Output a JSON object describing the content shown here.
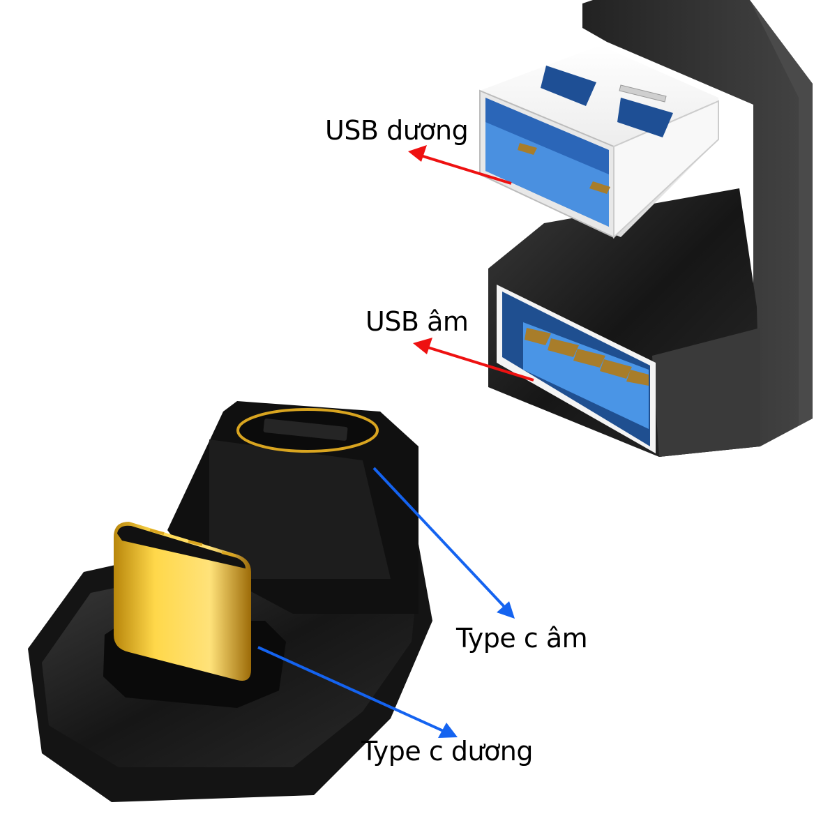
{
  "image": {
    "description": "Two U-shaped 180-degree adapters: USB-A male to USB-A female (top right) and USB-C male to USB-C female (bottom left), with annotation labels",
    "background": "#ffffff"
  },
  "annotations": {
    "usb_male": {
      "label": "USB dương",
      "arrow_color": "#ee1111"
    },
    "usb_female": {
      "label": "USB âm",
      "arrow_color": "#ee1111"
    },
    "typec_female": {
      "label": "Type c âm",
      "arrow_color": "#1463f0"
    },
    "typec_male": {
      "label": "Type c dương",
      "arrow_color": "#1463f0"
    }
  },
  "colors": {
    "body_black": "#1a1a1a",
    "usb_blue": "#3b86d8",
    "chrome": "#f2f2f2",
    "gold": "#e8b22a"
  }
}
